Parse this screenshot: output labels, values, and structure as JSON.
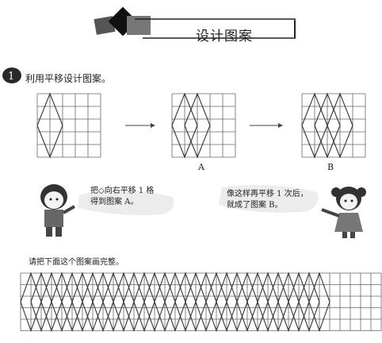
{
  "header": {
    "title": "设计图案"
  },
  "question": {
    "text": "利用平移设计图案。"
  },
  "figures": {
    "label_a": "A",
    "label_b": "B"
  },
  "boy_bubble": {
    "line1": "把◇向右平移 1 格",
    "line2": "得到图案 A。"
  },
  "girl_bubble": {
    "line1": "像这样再平移 1 次后，",
    "line2": "就成了图案 B。"
  },
  "task": {
    "text": "请把下面这个图案画完整。"
  }
}
